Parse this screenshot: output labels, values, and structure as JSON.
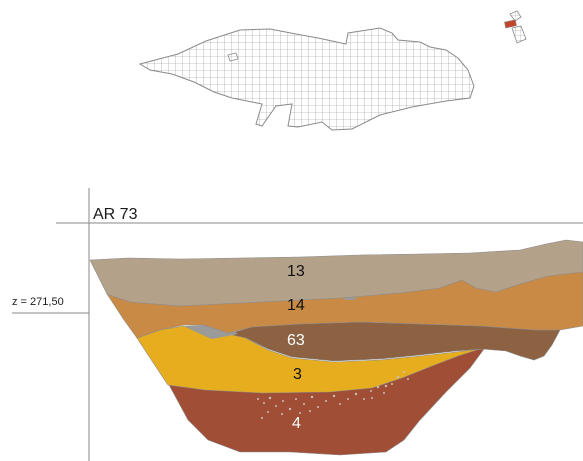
{
  "section": {
    "title": "AR 73",
    "elevation_label": "z = 271,50"
  },
  "layers": [
    {
      "id": "13",
      "label": "13",
      "color": "#b4a18a"
    },
    {
      "id": "14",
      "label": "14",
      "color": "#c98a45"
    },
    {
      "id": "63",
      "label": "63",
      "color": "#8c6243"
    },
    {
      "id": "3",
      "label": "3",
      "color": "#e6ae1f"
    },
    {
      "id": "4",
      "label": "4",
      "color": "#a04e35"
    }
  ],
  "colors": {
    "grid_outline": "#9a9a9a",
    "location_marker": "#c0452a",
    "inclusion_gray": "#9a9a9a",
    "axis_line": "#8a8a8a"
  }
}
